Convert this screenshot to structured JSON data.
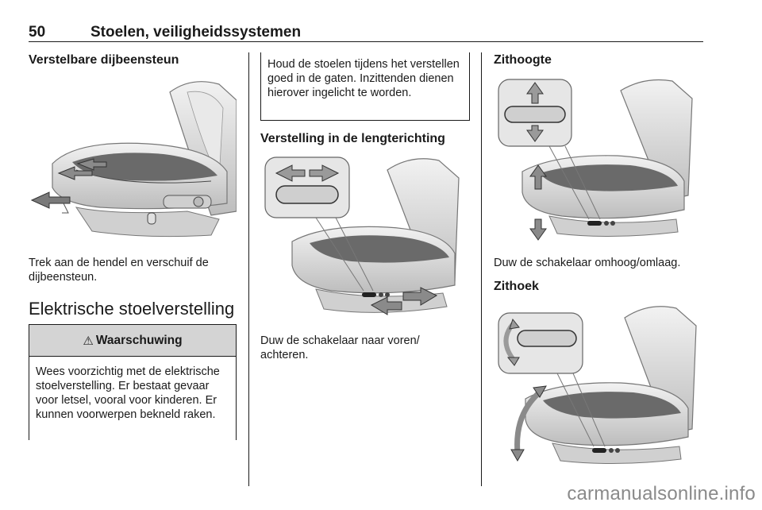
{
  "header": {
    "page_number": "50",
    "title": "Stoelen, veiligheidssystemen"
  },
  "col1": {
    "section_title": "Verstelbare dijbeensteun",
    "body": "Trek aan de hendel en verschuif de dijbeensteun.",
    "chapter_title": "Elektrische stoelverstelling",
    "warning": {
      "icon": "warning-triangle-icon",
      "glyph": "⚠",
      "title": "Waarschuwing",
      "text": "Wees voorzichtig met de elektrische stoelverstelling. Er bestaat gevaar voor letsel, vooral voor kinderen. Er kunnen voorwerpen bekneld raken."
    }
  },
  "col2": {
    "note": "Houd de stoelen tijdens het verstellen goed in de gaten. Inzittenden dienen hierover ingelicht te worden.",
    "section_title": "Verstelling in de lengterichting",
    "body": "Duw de schakelaar naar voren/ achteren."
  },
  "col3": {
    "section1_title": "Zithoogte",
    "section1_body": "Duw de schakelaar omhoog/omlaag.",
    "section2_title": "Zithoek"
  },
  "watermark": "carmanualsonline.info"
}
